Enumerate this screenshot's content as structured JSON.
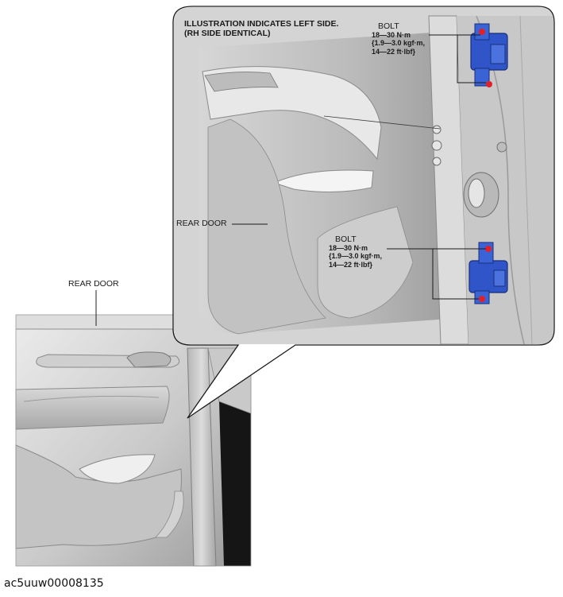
{
  "callout": {
    "title_line1": "ILLUSTRATION INDICATES LEFT SIDE.",
    "title_line2": "(RH SIDE IDENTICAL)"
  },
  "bolt_upper": {
    "label": "BOLT",
    "torque_nm": "18—30 N·m",
    "torque_kgf": "{1.9—3.0 kgf·m,",
    "torque_ftlbf": "14—22 ft·lbf}"
  },
  "bolt_lower": {
    "label": "BOLT",
    "torque_nm": "18—30 N·m",
    "torque_kgf": "{1.9—3.0 kgf·m,",
    "torque_ftlbf": "14—22 ft·lbf}"
  },
  "labels": {
    "rear_door_inset": "REAR DOOR",
    "rear_door_main": "REAR DOOR"
  },
  "figure_id": "ac5uuw00008135",
  "colors": {
    "door_light": "#e4e4e4",
    "door_mid": "#bdbdbd",
    "door_dark": "#8a8a8a",
    "hinge_blue": "#2f55c8",
    "bolt_red": "#e0202a",
    "opening_black": "#151515"
  }
}
